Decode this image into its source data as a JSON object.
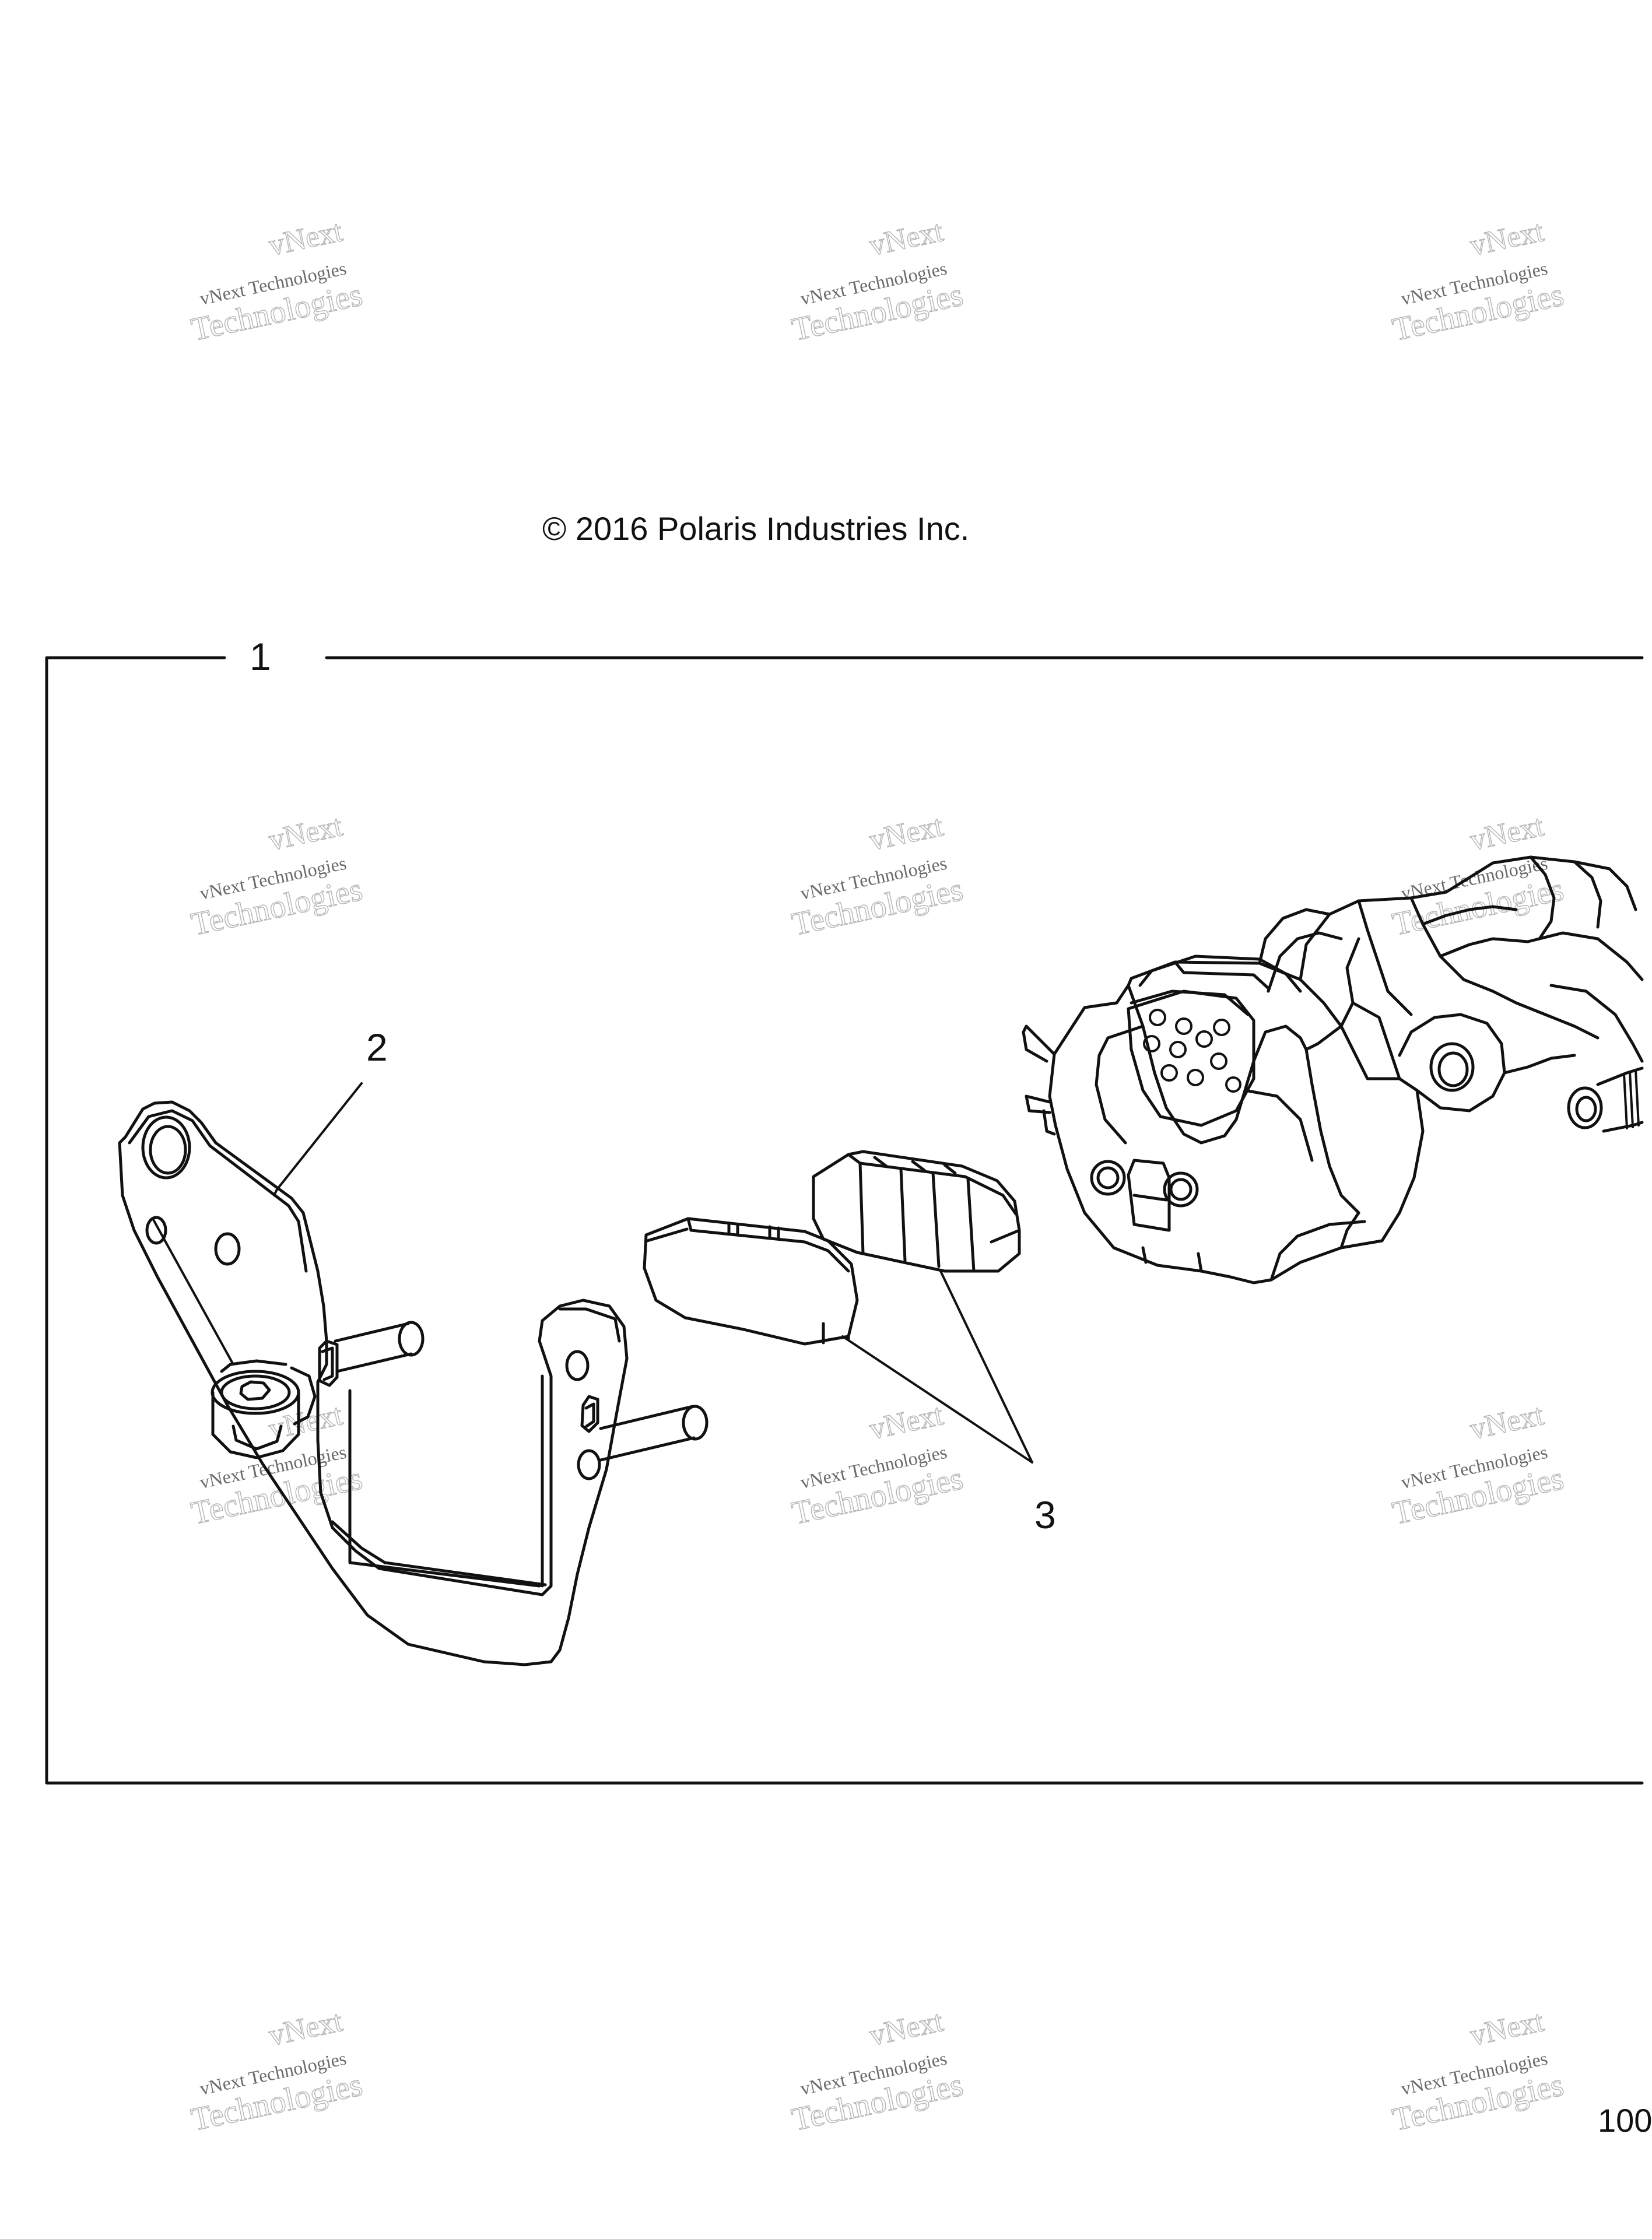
{
  "diagram": {
    "copyright": "© 2016 Polaris Industries Inc.",
    "callouts": {
      "assembly": "1",
      "bracket": "2",
      "pads": "3"
    },
    "page_number": "100",
    "watermark": {
      "line1": "vNext",
      "line2": "vNext Technologies",
      "line3": "Technologies"
    }
  }
}
